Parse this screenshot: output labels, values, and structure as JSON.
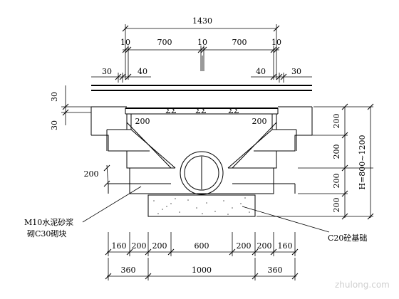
{
  "drawing": {
    "top_overall": "1430",
    "top_segments": [
      "10",
      "700",
      "10",
      "700",
      "10"
    ],
    "top_left_30": "30",
    "top_left_40": "40",
    "top_right_40": "40",
    "top_right_30": "30",
    "left_vert_30_top": "30",
    "left_vert_30_bottom": "30",
    "inner_left_200": "200",
    "inner_right_200": "200",
    "left_side_200": "200",
    "right_vert_200_a": "200",
    "right_vert_200_b": "200",
    "right_vert_200_c": "200",
    "right_vert_200_d": "200",
    "height_label": "H=800~1200",
    "mortar_line1": "M10水泥砂浆",
    "mortar_line2": "砌C30砌块",
    "base_label": "C20砼基础",
    "bottom_row1": [
      "160",
      "200",
      "200",
      "600",
      "200",
      "200",
      "160"
    ],
    "bottom_row2": [
      "360",
      "1000",
      "360"
    ],
    "watermark": "zhulong.com"
  }
}
